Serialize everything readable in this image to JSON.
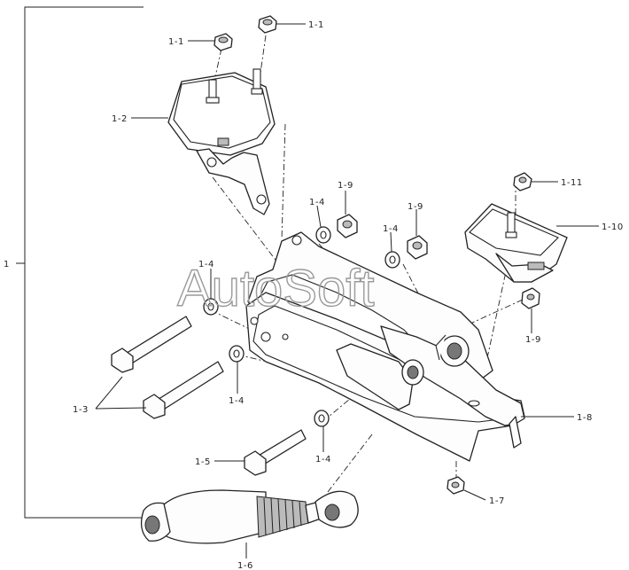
{
  "diagram": {
    "watermark": "AutoSoft",
    "labels": {
      "assembly": "1",
      "l_1_1_a": "1-1",
      "l_1_1_b": "1-1",
      "l_1_2": "1-2",
      "l_1_3": "1-3",
      "l_1_4_a": "1-4",
      "l_1_4_b": "1-4",
      "l_1_4_c": "1-4",
      "l_1_4_d": "1-4",
      "l_1_4_e": "1-4",
      "l_1_5": "1-5",
      "l_1_6": "1-6",
      "l_1_7": "1-7",
      "l_1_8": "1-8",
      "l_1_9_a": "1-9",
      "l_1_9_b": "1-9",
      "l_1_9_c": "1-9",
      "l_1_10": "1-10",
      "l_1_11": "1-11"
    }
  }
}
